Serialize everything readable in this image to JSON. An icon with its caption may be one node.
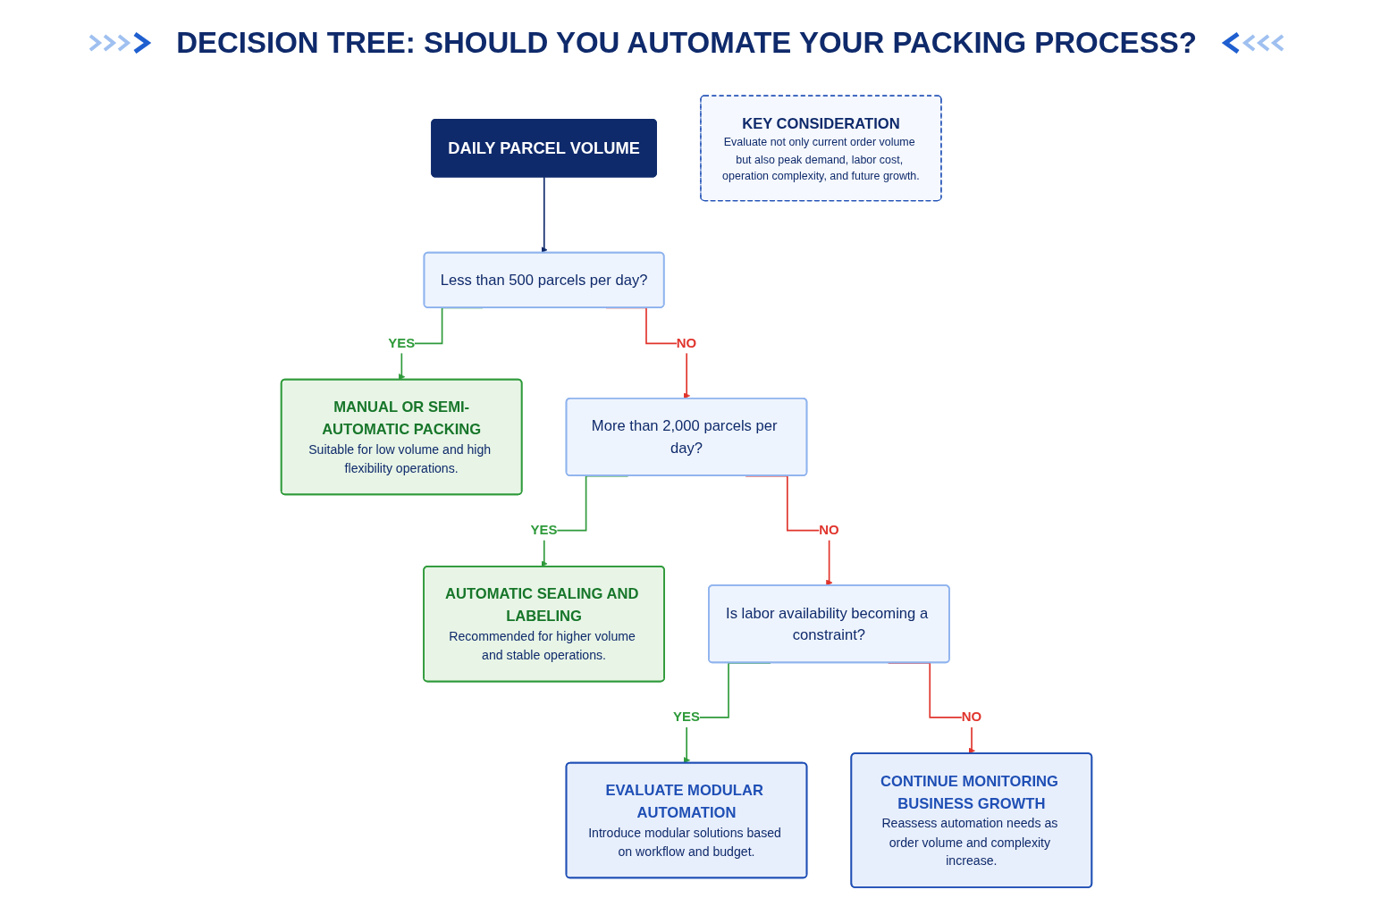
{
  "diagram": {
    "title": "DECISION TREE: SHOULD YOU AUTOMATE YOUR PACKING PROCESS?",
    "nodes": [
      {
        "text": [
          "DAILY PARCEL VOLUME"
        ]
      },
      {
        "text": [
          "Less than 500 parcels per day?"
        ]
      },
      {
        "text": [
          "MANUAL OR SEMI-AUTOMATIC PACKING",
          "Suitable for low volume and high flexibility operations."
        ]
      },
      {
        "text": [
          "More than 2,000 parcels per day?"
        ]
      },
      {
        "text": [
          "AUTOMATIC SEALING AND LABELING",
          "Recommended for higher volume and stable operations."
        ]
      },
      {
        "text": [
          "Is labor availability becoming a constraint?"
        ]
      },
      {
        "text": [
          "EVALUATE MODULAR AUTOMATION",
          "Introduce modular solutions based on workflow and budget."
        ]
      },
      {
        "text": [
          "KEY CONSIDERATION",
          "Evaluate not only current order volume but also peak demand, labor cost, operation complexity, and future growth."
        ]
      },
      {
        "text": [
          "CONTINUE MONITORING BUSINESS GROWTH",
          "Reassess automation needs as order volume and complexity increase."
        ]
      }
    ],
    "edges": [
      {
        "from": 0,
        "to": 1,
        "arrow": "to",
        "color": "#0f2a6b"
      },
      {
        "from": 1,
        "to": 2,
        "arrow": "to",
        "label": "YES",
        "color": "#2e9a3a"
      },
      {
        "from": 1,
        "to": 3,
        "arrow": "to",
        "label": "NO",
        "color": "#e0342c"
      },
      {
        "from": 3,
        "to": 4,
        "arrow": "to",
        "label": "YES",
        "color": "#2e9a3a"
      },
      {
        "from": 3,
        "to": 5,
        "arrow": "to",
        "label": "NO",
        "color": "#e0342c"
      },
      {
        "from": 5,
        "to": 6,
        "arrow": "to",
        "label": "YES",
        "color": "#2e9a3a"
      },
      {
        "from": 5,
        "to": 8,
        "arrow": "to",
        "label": "NO",
        "color": "#e0342c"
      }
    ]
  }
}
